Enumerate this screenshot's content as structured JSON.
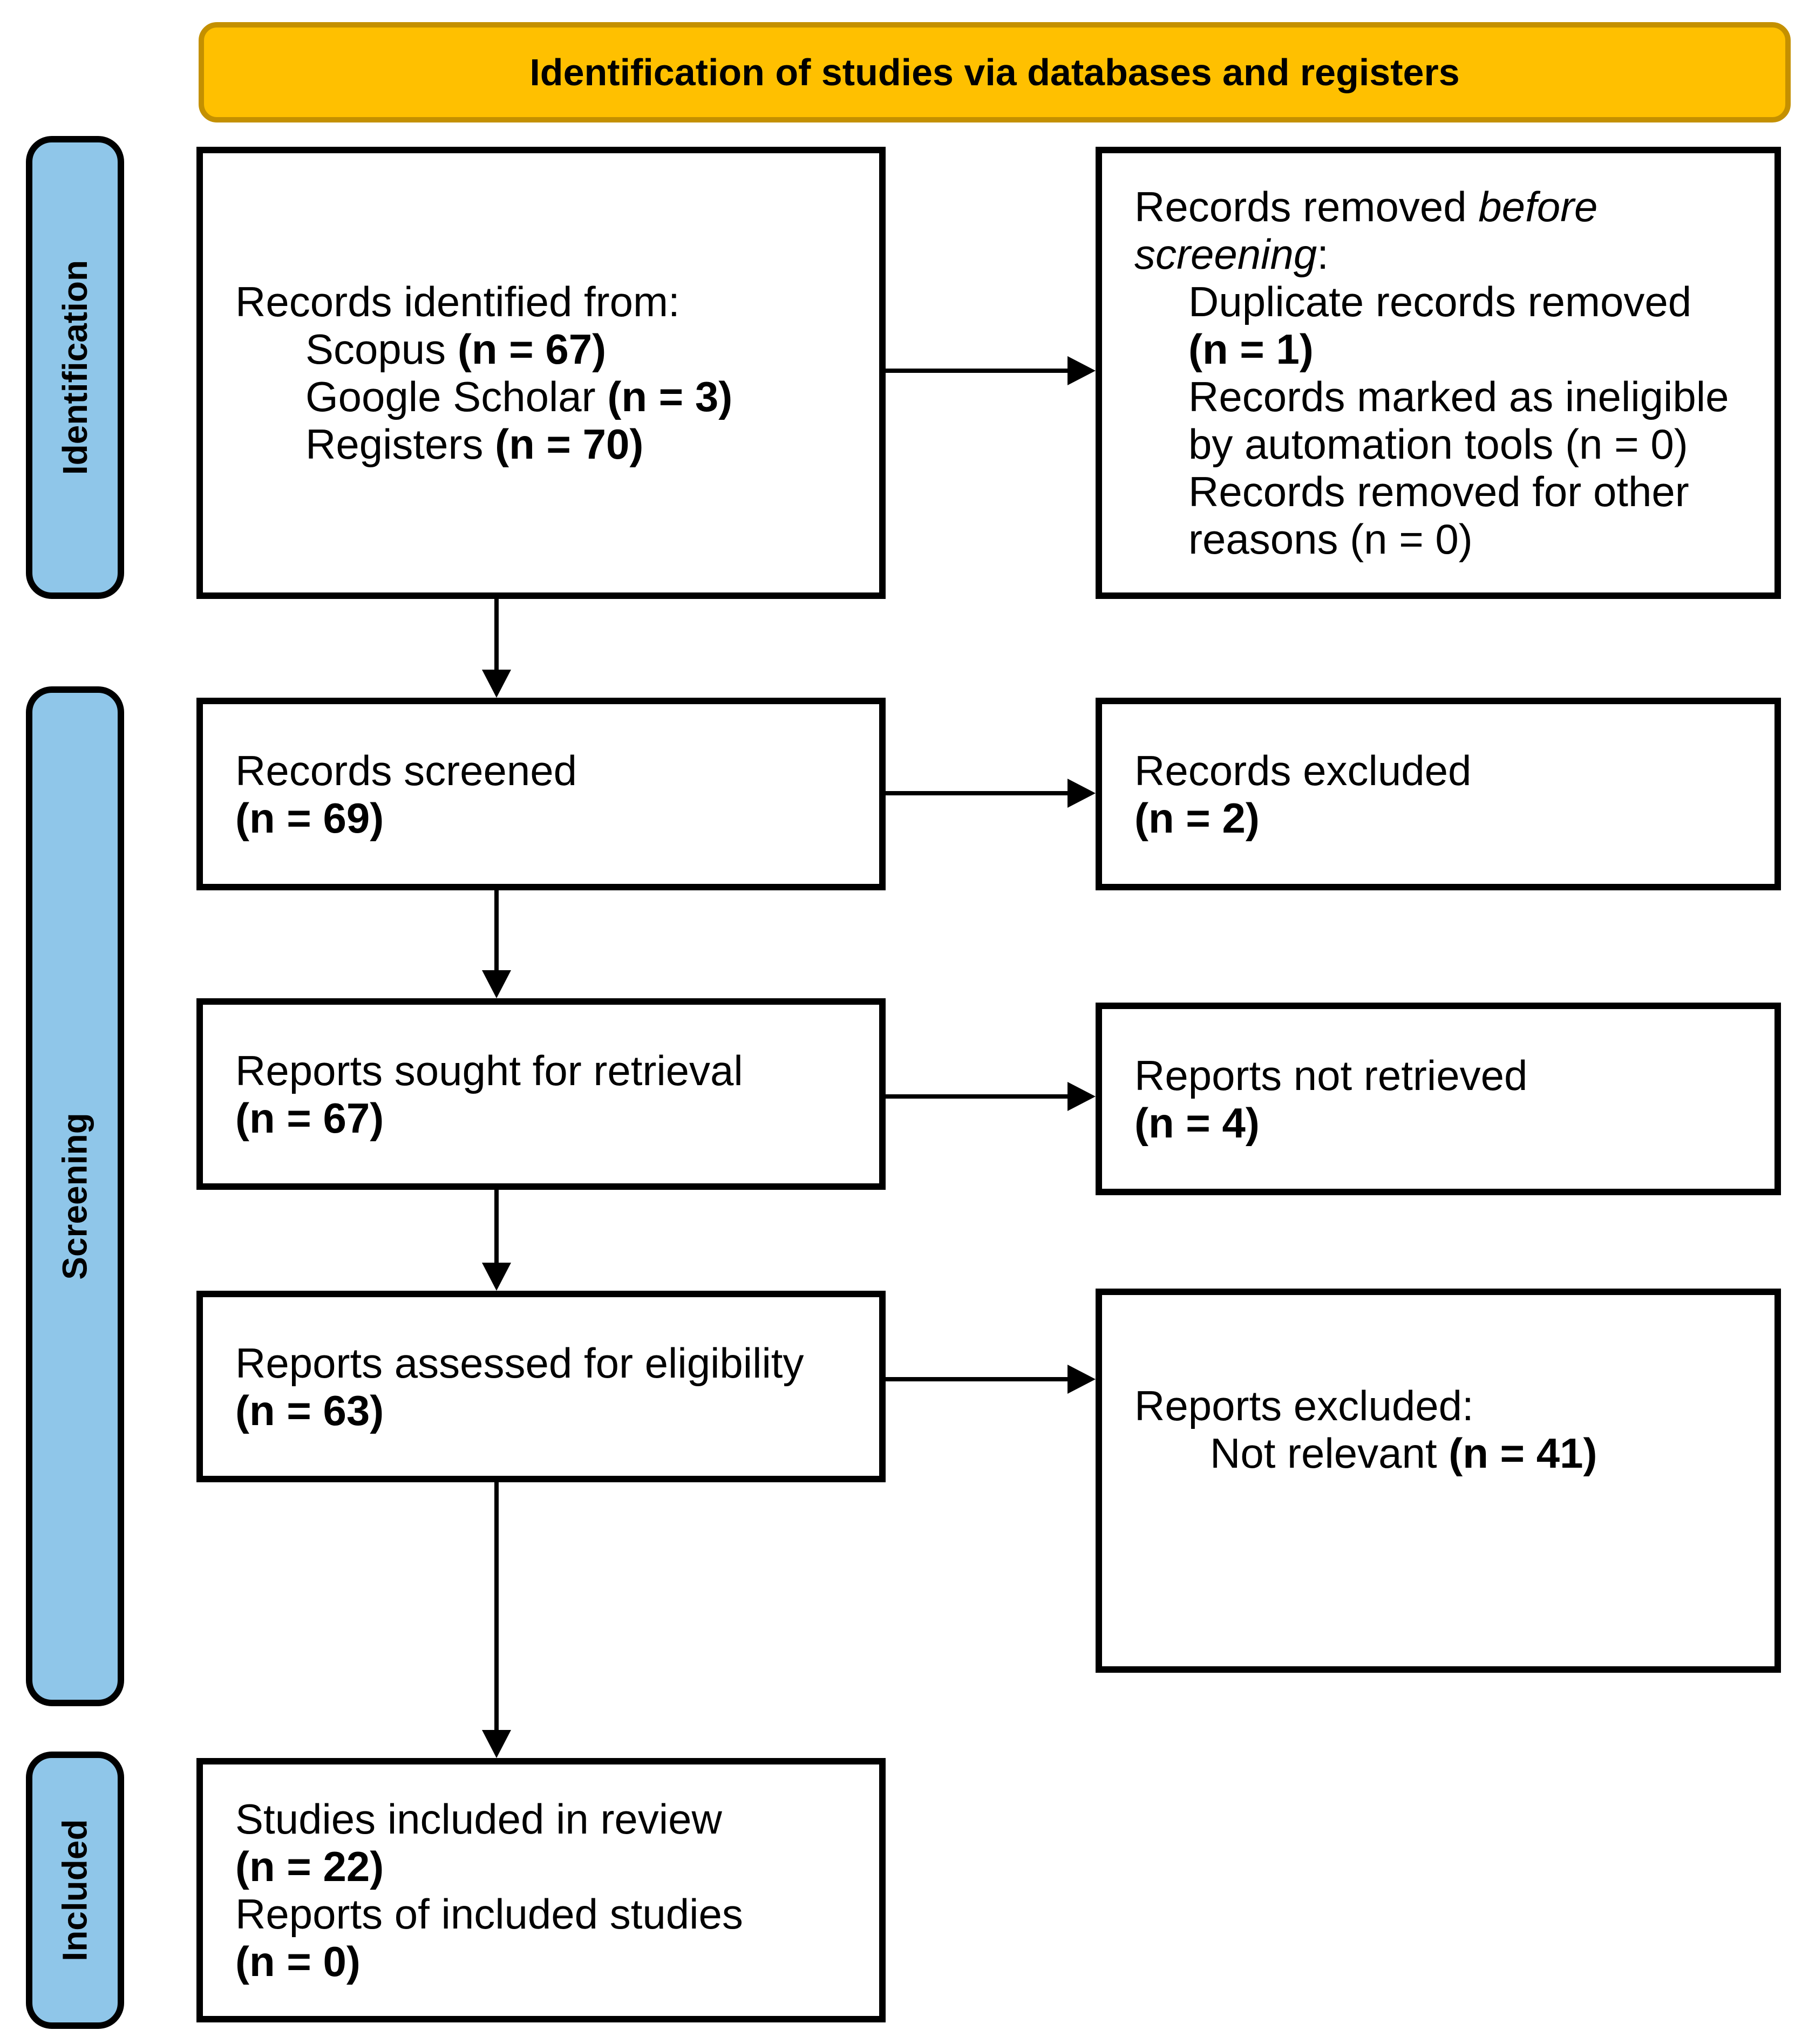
{
  "banner": {
    "label": "Identification of studies via databases and registers"
  },
  "sidebar": {
    "items": [
      {
        "label": "Identification"
      },
      {
        "label": "Screening"
      },
      {
        "label": "Included"
      }
    ]
  },
  "colors": {
    "banner_bg": "#FFC000",
    "banner_border": "#C49000",
    "sidebar_bg": "#8FC6E9",
    "box_border": "#000000",
    "box_bg": "#FFFFFF",
    "text": "#000000"
  },
  "boxes": {
    "records_identified": {
      "lines": [
        {
          "indent": false,
          "segments": [
            {
              "text": "Records identified from:"
            }
          ]
        },
        {
          "indent": true,
          "segments": [
            {
              "text": "Scopus "
            },
            {
              "text": "(n = 67)",
              "bold": true
            }
          ]
        },
        {
          "indent": true,
          "segments": [
            {
              "text": "Google Scholar "
            },
            {
              "text": "(n = 3)",
              "bold": true
            }
          ]
        },
        {
          "indent": true,
          "segments": [
            {
              "text": "Registers "
            },
            {
              "text": "(n = 70)",
              "bold": true
            }
          ]
        }
      ]
    },
    "records_removed": {
      "lines": [
        {
          "indent": false,
          "segments": [
            {
              "text": "Records removed "
            },
            {
              "text": "before",
              "italic": true
            }
          ]
        },
        {
          "indent": false,
          "segments": [
            {
              "text": "screening",
              "italic": true
            },
            {
              "text": ":"
            }
          ]
        },
        {
          "indent": true,
          "segments": [
            {
              "text": "Duplicate records removed"
            }
          ]
        },
        {
          "indent": true,
          "segments": [
            {
              "text": "(n = 1)",
              "bold": true
            }
          ]
        },
        {
          "indent": true,
          "segments": [
            {
              "text": "Records marked as ineligible"
            }
          ]
        },
        {
          "indent": true,
          "segments": [
            {
              "text": "by automation tools (n = 0)"
            }
          ]
        },
        {
          "indent": true,
          "segments": [
            {
              "text": "Records removed for other"
            }
          ]
        },
        {
          "indent": true,
          "segments": [
            {
              "text": "reasons (n = 0)"
            }
          ]
        }
      ]
    },
    "records_screened": {
      "lines": [
        {
          "indent": false,
          "segments": [
            {
              "text": "Records screened"
            }
          ]
        },
        {
          "indent": false,
          "segments": [
            {
              "text": "(n = 69)",
              "bold": true
            }
          ]
        }
      ]
    },
    "records_excluded": {
      "lines": [
        {
          "indent": false,
          "segments": [
            {
              "text": "Records excluded"
            }
          ]
        },
        {
          "indent": false,
          "segments": [
            {
              "text": "(n = 2)",
              "bold": true
            }
          ]
        }
      ]
    },
    "reports_sought": {
      "lines": [
        {
          "indent": false,
          "segments": [
            {
              "text": "Reports sought for retrieval"
            }
          ]
        },
        {
          "indent": false,
          "segments": [
            {
              "text": "(n = 67)",
              "bold": true
            }
          ]
        }
      ]
    },
    "reports_not_retrieved": {
      "lines": [
        {
          "indent": false,
          "segments": [
            {
              "text": "Reports not retrieved"
            }
          ]
        },
        {
          "indent": false,
          "segments": [
            {
              "text": "(n = 4)",
              "bold": true
            }
          ]
        }
      ]
    },
    "reports_assessed": {
      "lines": [
        {
          "indent": false,
          "segments": [
            {
              "text": "Reports assessed for eligibility"
            }
          ]
        },
        {
          "indent": false,
          "segments": [
            {
              "text": "(n = 63)",
              "bold": true
            }
          ]
        }
      ]
    },
    "reports_excluded": {
      "lines": [
        {
          "indent": false,
          "segments": [
            {
              "text": "Reports excluded:"
            }
          ]
        },
        {
          "indent": true,
          "segments": [
            {
              "text": "Not relevant "
            },
            {
              "text": "(n = 41)",
              "bold": true
            }
          ]
        }
      ]
    },
    "studies_included": {
      "lines": [
        {
          "indent": false,
          "segments": [
            {
              "text": "Studies included in review"
            }
          ]
        },
        {
          "indent": false,
          "segments": [
            {
              "text": "(n = 22)",
              "bold": true
            }
          ]
        },
        {
          "indent": false,
          "segments": [
            {
              "text": "Reports of included studies"
            }
          ]
        },
        {
          "indent": false,
          "segments": [
            {
              "text": "(n = 0)",
              "bold": true
            }
          ]
        }
      ]
    }
  }
}
